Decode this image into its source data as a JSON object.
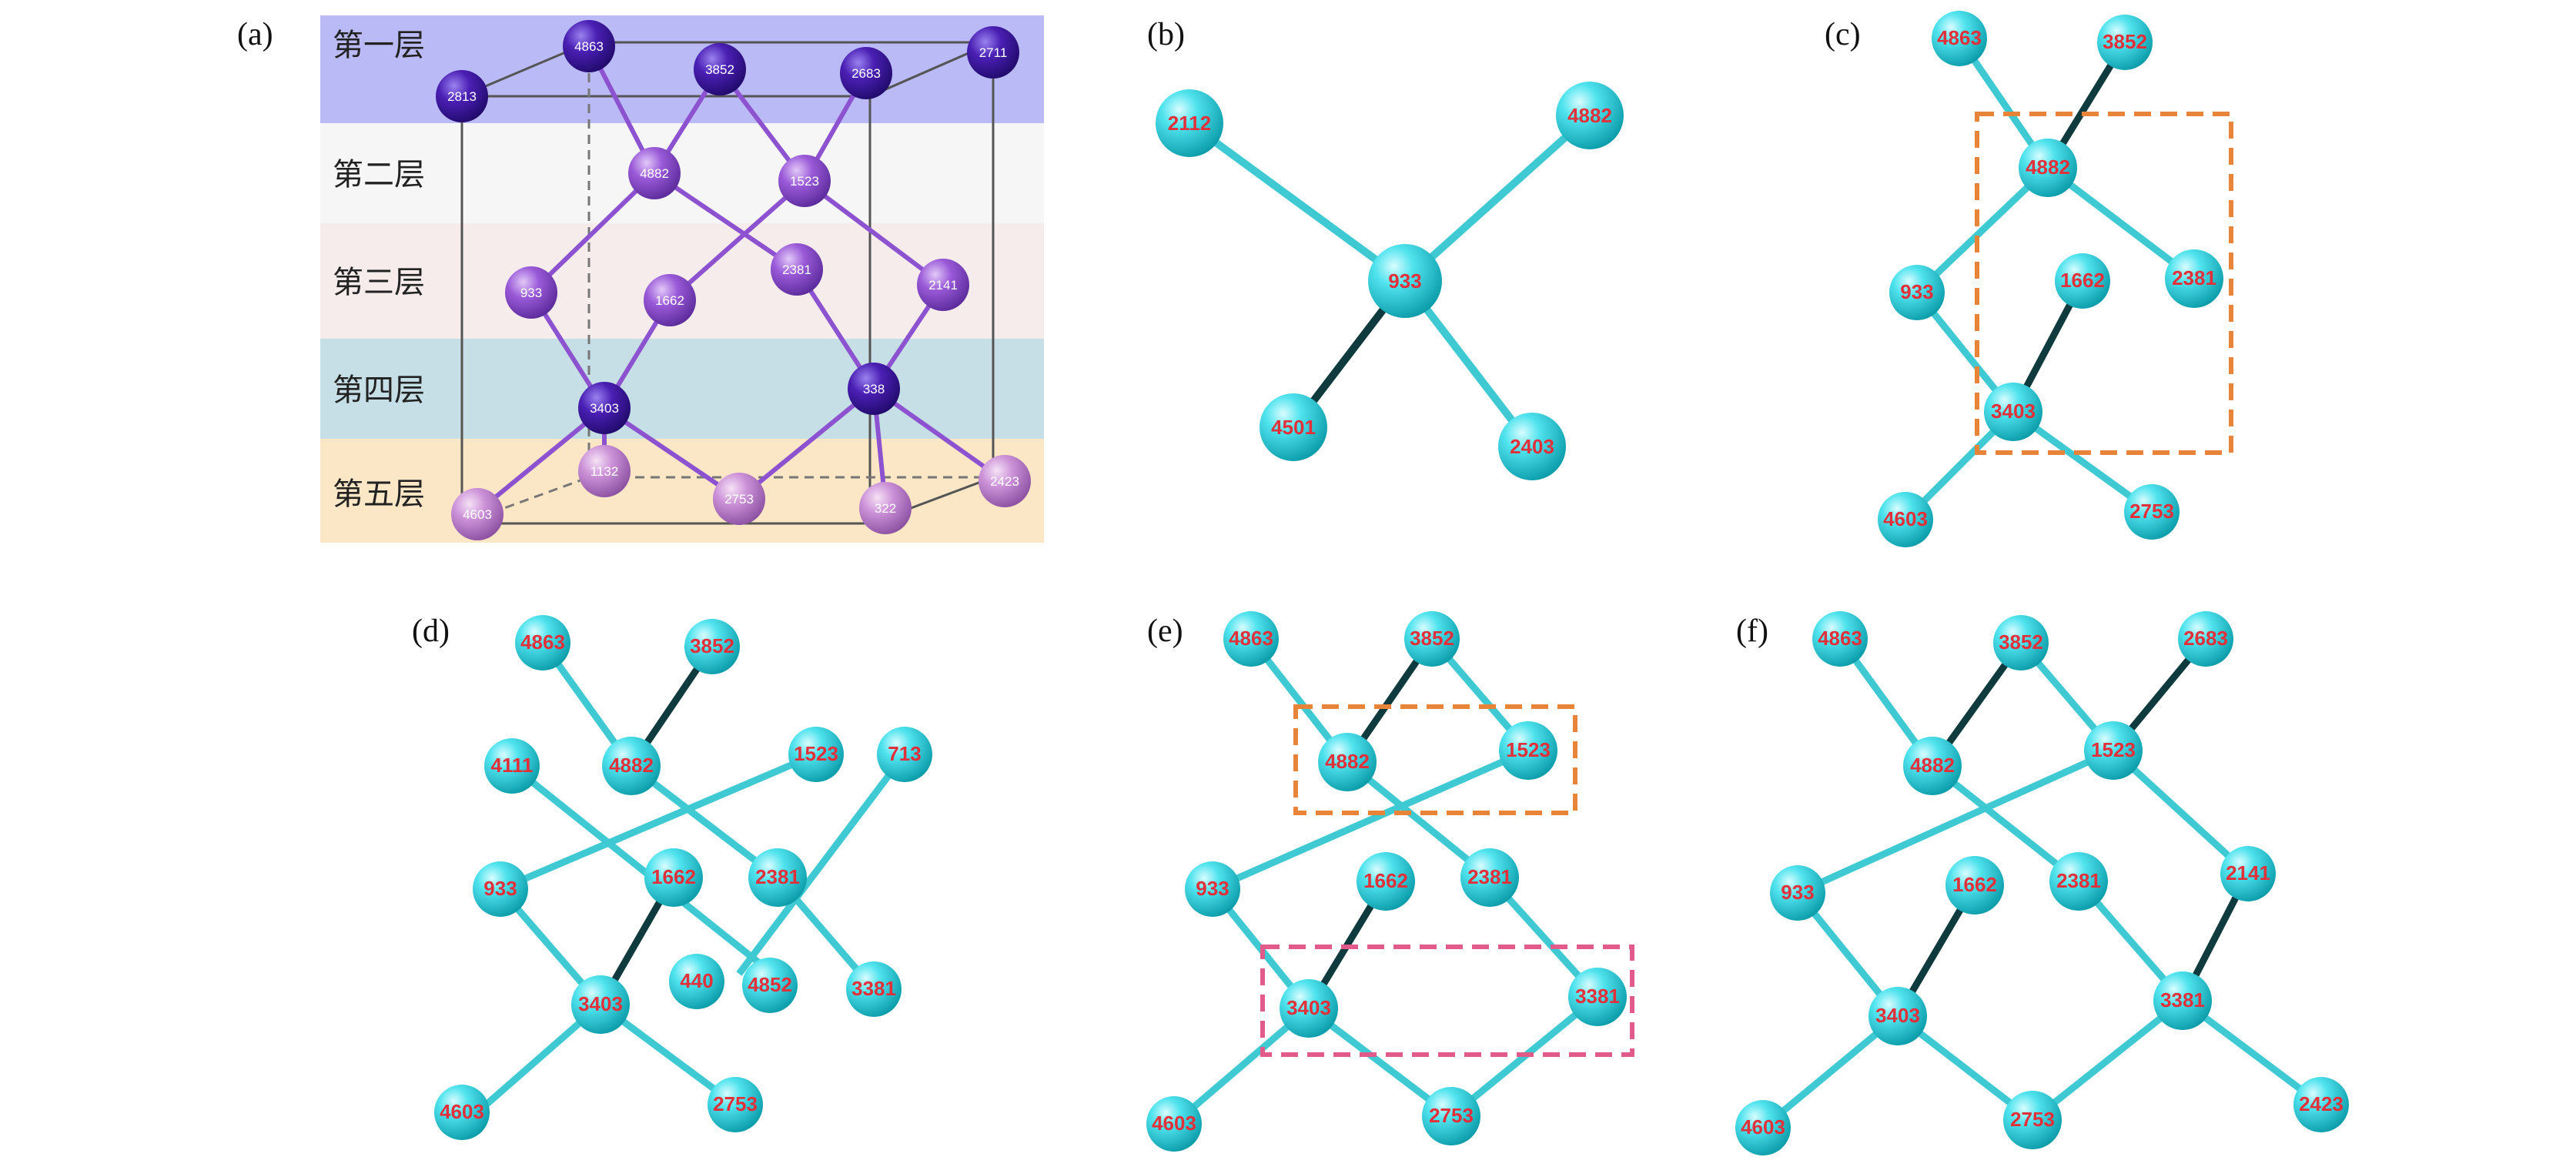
{
  "panel_labels": {
    "a": "(a)",
    "b": "(b)",
    "c": "(c)",
    "d": "(d)",
    "e": "(e)",
    "f": "(f)"
  },
  "layers": [
    "第一层",
    "第二层",
    "第三层",
    "第四层",
    "第五层"
  ],
  "panel_a": {
    "atoms": {
      "a2813": "2813",
      "a4863": "4863",
      "a3852": "3852",
      "a2683": "2683",
      "a2711": "2711",
      "a4882": "4882",
      "a1523": "1523",
      "a933": "933",
      "a1662": "1662",
      "a2381": "2381",
      "a2141": "2141",
      "a3403": "3403",
      "a338": "338",
      "a1132": "1132",
      "a4603": "4603",
      "a2753": "2753",
      "a322": "322",
      "a2423": "2423"
    }
  },
  "panel_b": {
    "atoms": {
      "b2112": "2112",
      "b4882": "4882",
      "b933": "933",
      "b4501": "4501",
      "b2403": "2403"
    }
  },
  "panel_c": {
    "atoms": {
      "c4863": "4863",
      "c3852": "3852",
      "c4882": "4882",
      "c2381": "2381",
      "c933": "933",
      "c1662": "1662",
      "c3403": "3403",
      "c4603": "4603",
      "c2753": "2753"
    }
  },
  "panel_d": {
    "atoms": {
      "d4863": "4863",
      "d3852": "3852",
      "d4111": "4111",
      "d4882": "4882",
      "d1523": "1523",
      "d713": "713",
      "d933": "933",
      "d1662": "1662",
      "d2381": "2381",
      "d440": "440",
      "d4852": "4852",
      "d3381": "3381",
      "d3403": "3403",
      "d4603": "4603",
      "d2753": "2753"
    }
  },
  "panel_e": {
    "atoms": {
      "e4863": "4863",
      "e3852": "3852",
      "e4882": "4882",
      "e1523": "1523",
      "e933": "933",
      "e1662": "1662",
      "e2381": "2381",
      "e3403": "3403",
      "e3381": "3381",
      "e4603": "4603",
      "e2753": "2753"
    }
  },
  "panel_f": {
    "atoms": {
      "f4863": "4863",
      "f3852": "3852",
      "f2683": "2683",
      "f4882": "4882",
      "f1523": "1523",
      "f933": "933",
      "f1662": "1662",
      "f2381": "2381",
      "f2141": "2141",
      "f3403": "3403",
      "f3381": "3381",
      "f4603": "4603",
      "f2753": "2753",
      "f2423": "2423"
    }
  },
  "colors": {
    "layer1_band": "#babbf6",
    "layer2_band": "#f6f6f6",
    "layer3_band": "#f6ecec",
    "layer4_band": "#c6dfe6",
    "layer5_band": "#fbe7c6",
    "atom_cyan": "#2fd0df",
    "atom_label": "#e0303a",
    "bond_cyan": "#3fc9d3",
    "bond_dark": "#0f3a3e",
    "dash_orange": "#e8843a",
    "dash_pink": "#e05a8a",
    "atom_dark_purple": "#4a1fb4",
    "atom_purple": "#8a4fd0",
    "atom_pink": "#c98ad6"
  }
}
